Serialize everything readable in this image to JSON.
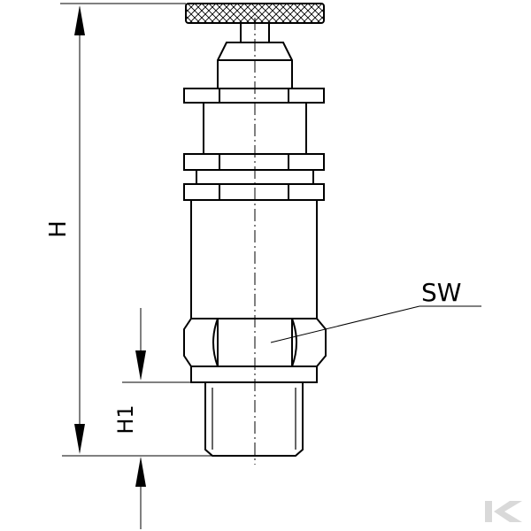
{
  "labels": {
    "height_total": "H",
    "height_thread": "H1",
    "wrench_size": "SW"
  },
  "colors": {
    "line": "#000000",
    "background": "#ffffff",
    "watermark": "#d9d9d9"
  }
}
